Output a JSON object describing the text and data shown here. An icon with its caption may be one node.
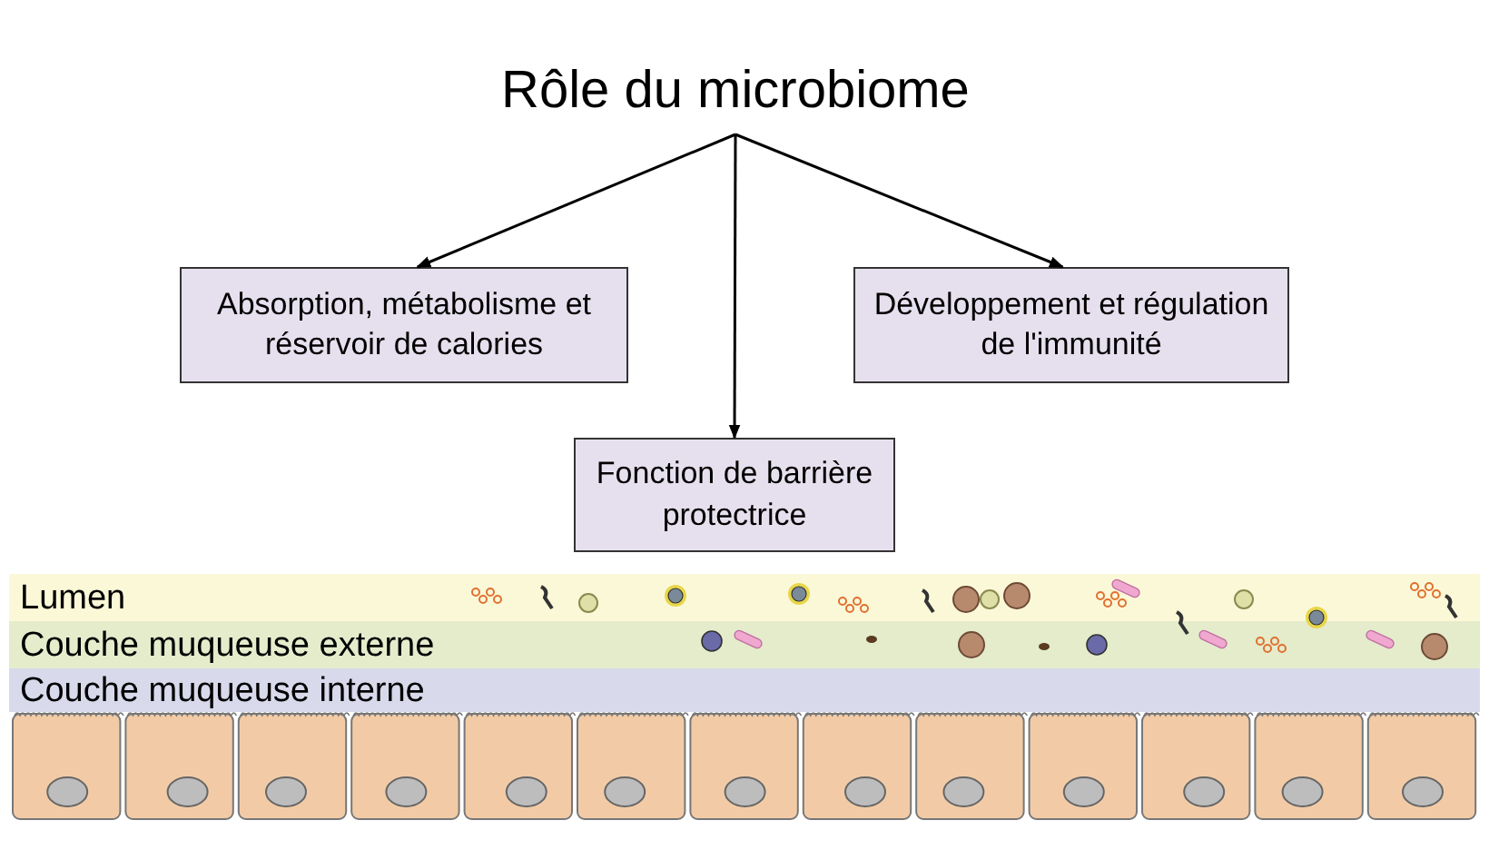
{
  "diagram": {
    "nodes": [
      {
        "text": [
          "Rôle du microbiome"
        ]
      },
      {
        "text": [
          "Absorption, métabolisme et réservoir de calories"
        ]
      },
      {
        "text": [
          "Fonction de barrière protectrice"
        ]
      },
      {
        "text": [
          "Développement et régulation de l'immunité"
        ]
      },
      {
        "text": [
          "Lumen"
        ]
      },
      {
        "text": [
          "Couche muqueuse externe"
        ]
      },
      {
        "text": [
          "Couche muqueuse interne"
        ]
      }
    ],
    "edges": [
      {
        "from": 0,
        "to": 1,
        "arrow": "to"
      },
      {
        "from": 0,
        "to": 2,
        "arrow": "to"
      },
      {
        "from": 0,
        "to": 3,
        "arrow": "to"
      }
    ]
  }
}
